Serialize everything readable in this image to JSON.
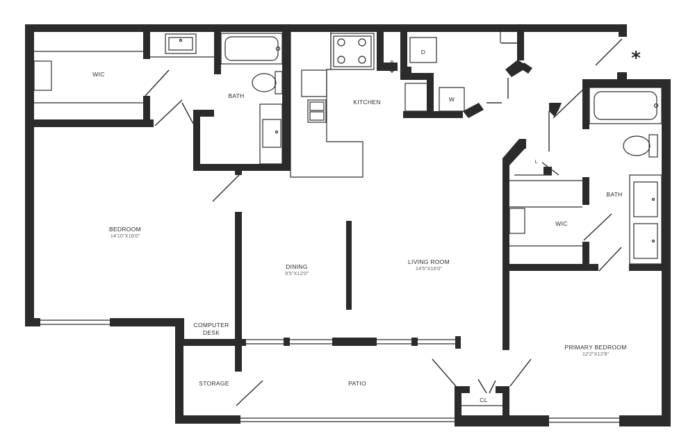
{
  "floorplan": {
    "rooms": {
      "wic_left": {
        "name": "WIC"
      },
      "bath_left": {
        "name": "BATH"
      },
      "kitchen": {
        "name": "KITCHEN"
      },
      "bedroom": {
        "name": "BEDROOM",
        "dims": "14'10\"X16'0\""
      },
      "dining": {
        "name": "DINING",
        "dims": "9'5\"X12'0\""
      },
      "living": {
        "name": "LIVING ROOM",
        "dims": "14'5\"X16'0\""
      },
      "computer_desk": {
        "line1": "COMPUTER",
        "line2": "DESK"
      },
      "storage": {
        "name": "STORAGE"
      },
      "patio": {
        "name": "PATIO"
      },
      "closet": {
        "name": "CL"
      },
      "wic_right": {
        "name": "WIC"
      },
      "bath_right": {
        "name": "BATH"
      },
      "primary_bedroom": {
        "name": "PRIMARY BEDROOM",
        "dims": "12'2\"X12'8\""
      }
    },
    "fixtures": {
      "dryer": "D",
      "washer": "W",
      "pantry": "P",
      "linen": "L"
    },
    "marker": "*"
  }
}
